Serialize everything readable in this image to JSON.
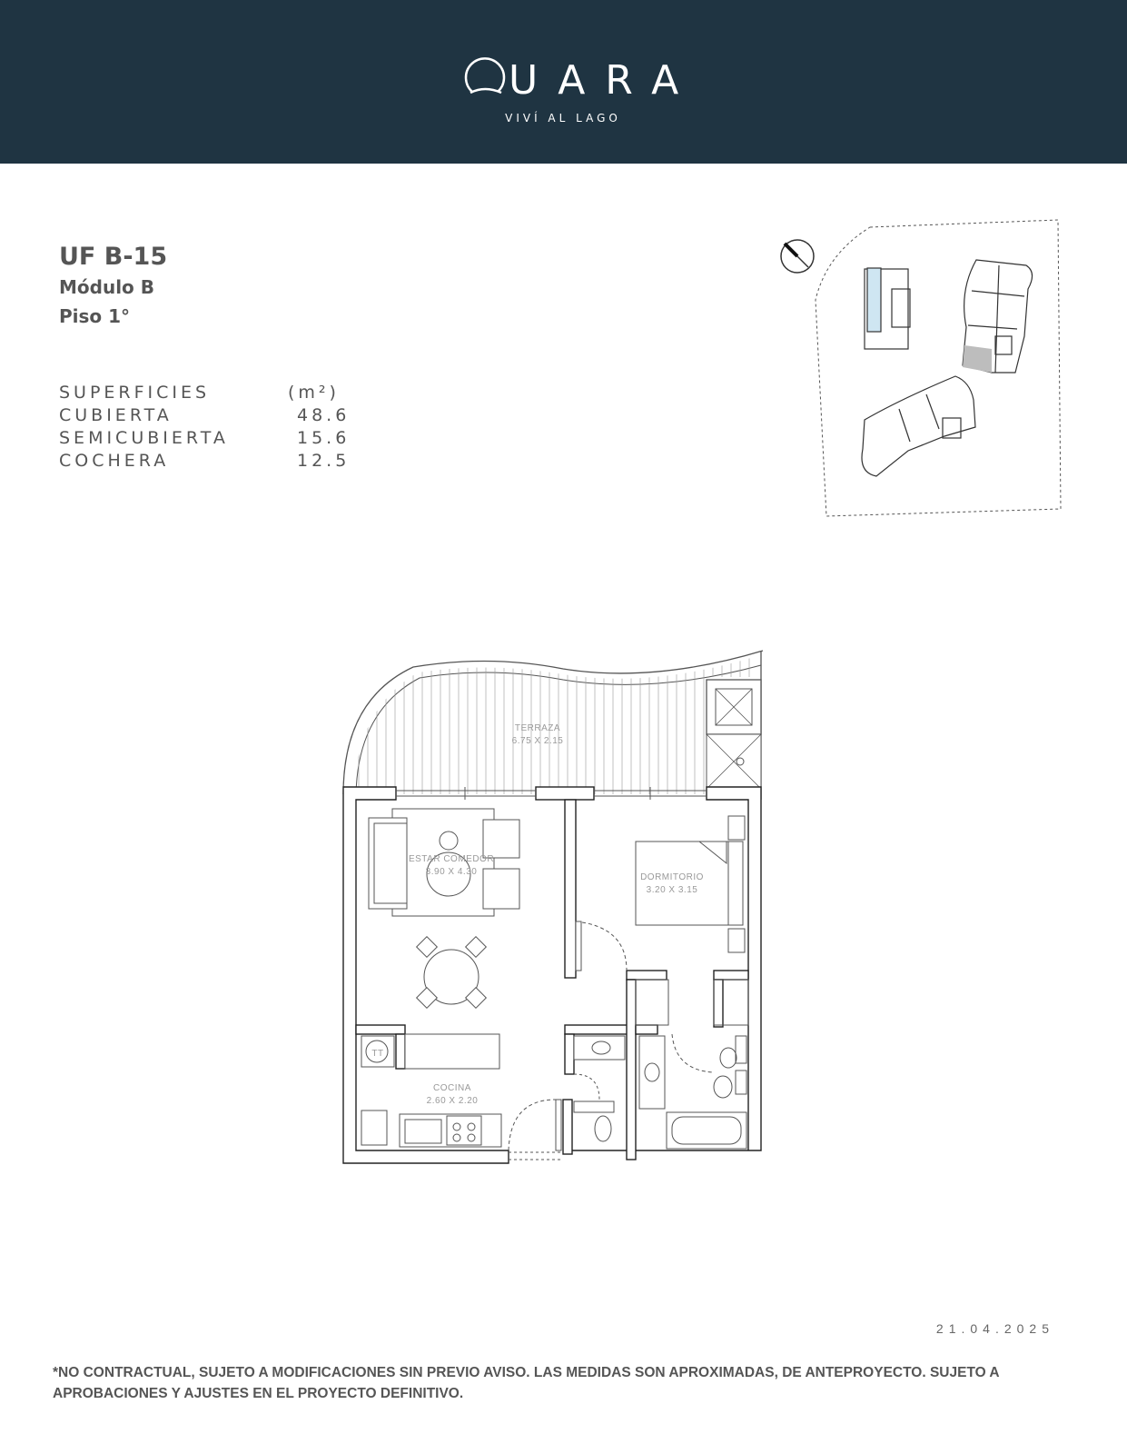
{
  "brand": {
    "name": "QUARA",
    "tagline": "VIVÍ AL LAGO"
  },
  "unit": {
    "title": "UF B-15",
    "module": "Módulo B",
    "floor": "Piso 1°"
  },
  "surfaces": {
    "header_label": "SUPERFICIES",
    "unit_label": "(m²)",
    "rows": [
      {
        "label": "CUBIERTA",
        "value": "48.6"
      },
      {
        "label": "SEMICUBIERTA",
        "value": "15.6"
      },
      {
        "label": "COCHERA",
        "value": "12.5"
      }
    ]
  },
  "plan": {
    "rooms": [
      {
        "name": "TERRAZA",
        "size": "6.75 X 2.15"
      },
      {
        "name": "ESTAR COMEDOR",
        "size": "3.90 X 4.30"
      },
      {
        "name": "DORMITORIO",
        "size": "3.20 X 3.15"
      },
      {
        "name": "COCINA",
        "size": "2.60 X 2.20"
      }
    ],
    "boiler_label": "TT"
  },
  "date": "21.04.2025",
  "disclaimer": "*NO CONTRACTUAL, SUJETO A MODIFICACIONES SIN PREVIO AVISO. LAS MEDIDAS SON APROXIMADAS, DE ANTEPROYECTO. SUJETO A APROBACIONES Y AJUSTES EN EL PROYECTO DEFINITIVO.",
  "icons": [
    "north-arrow-icon",
    "brand-logo"
  ],
  "colors": {
    "header_bg": "#1f3442",
    "text": "#555555",
    "highlight": "#bdbdbd"
  }
}
